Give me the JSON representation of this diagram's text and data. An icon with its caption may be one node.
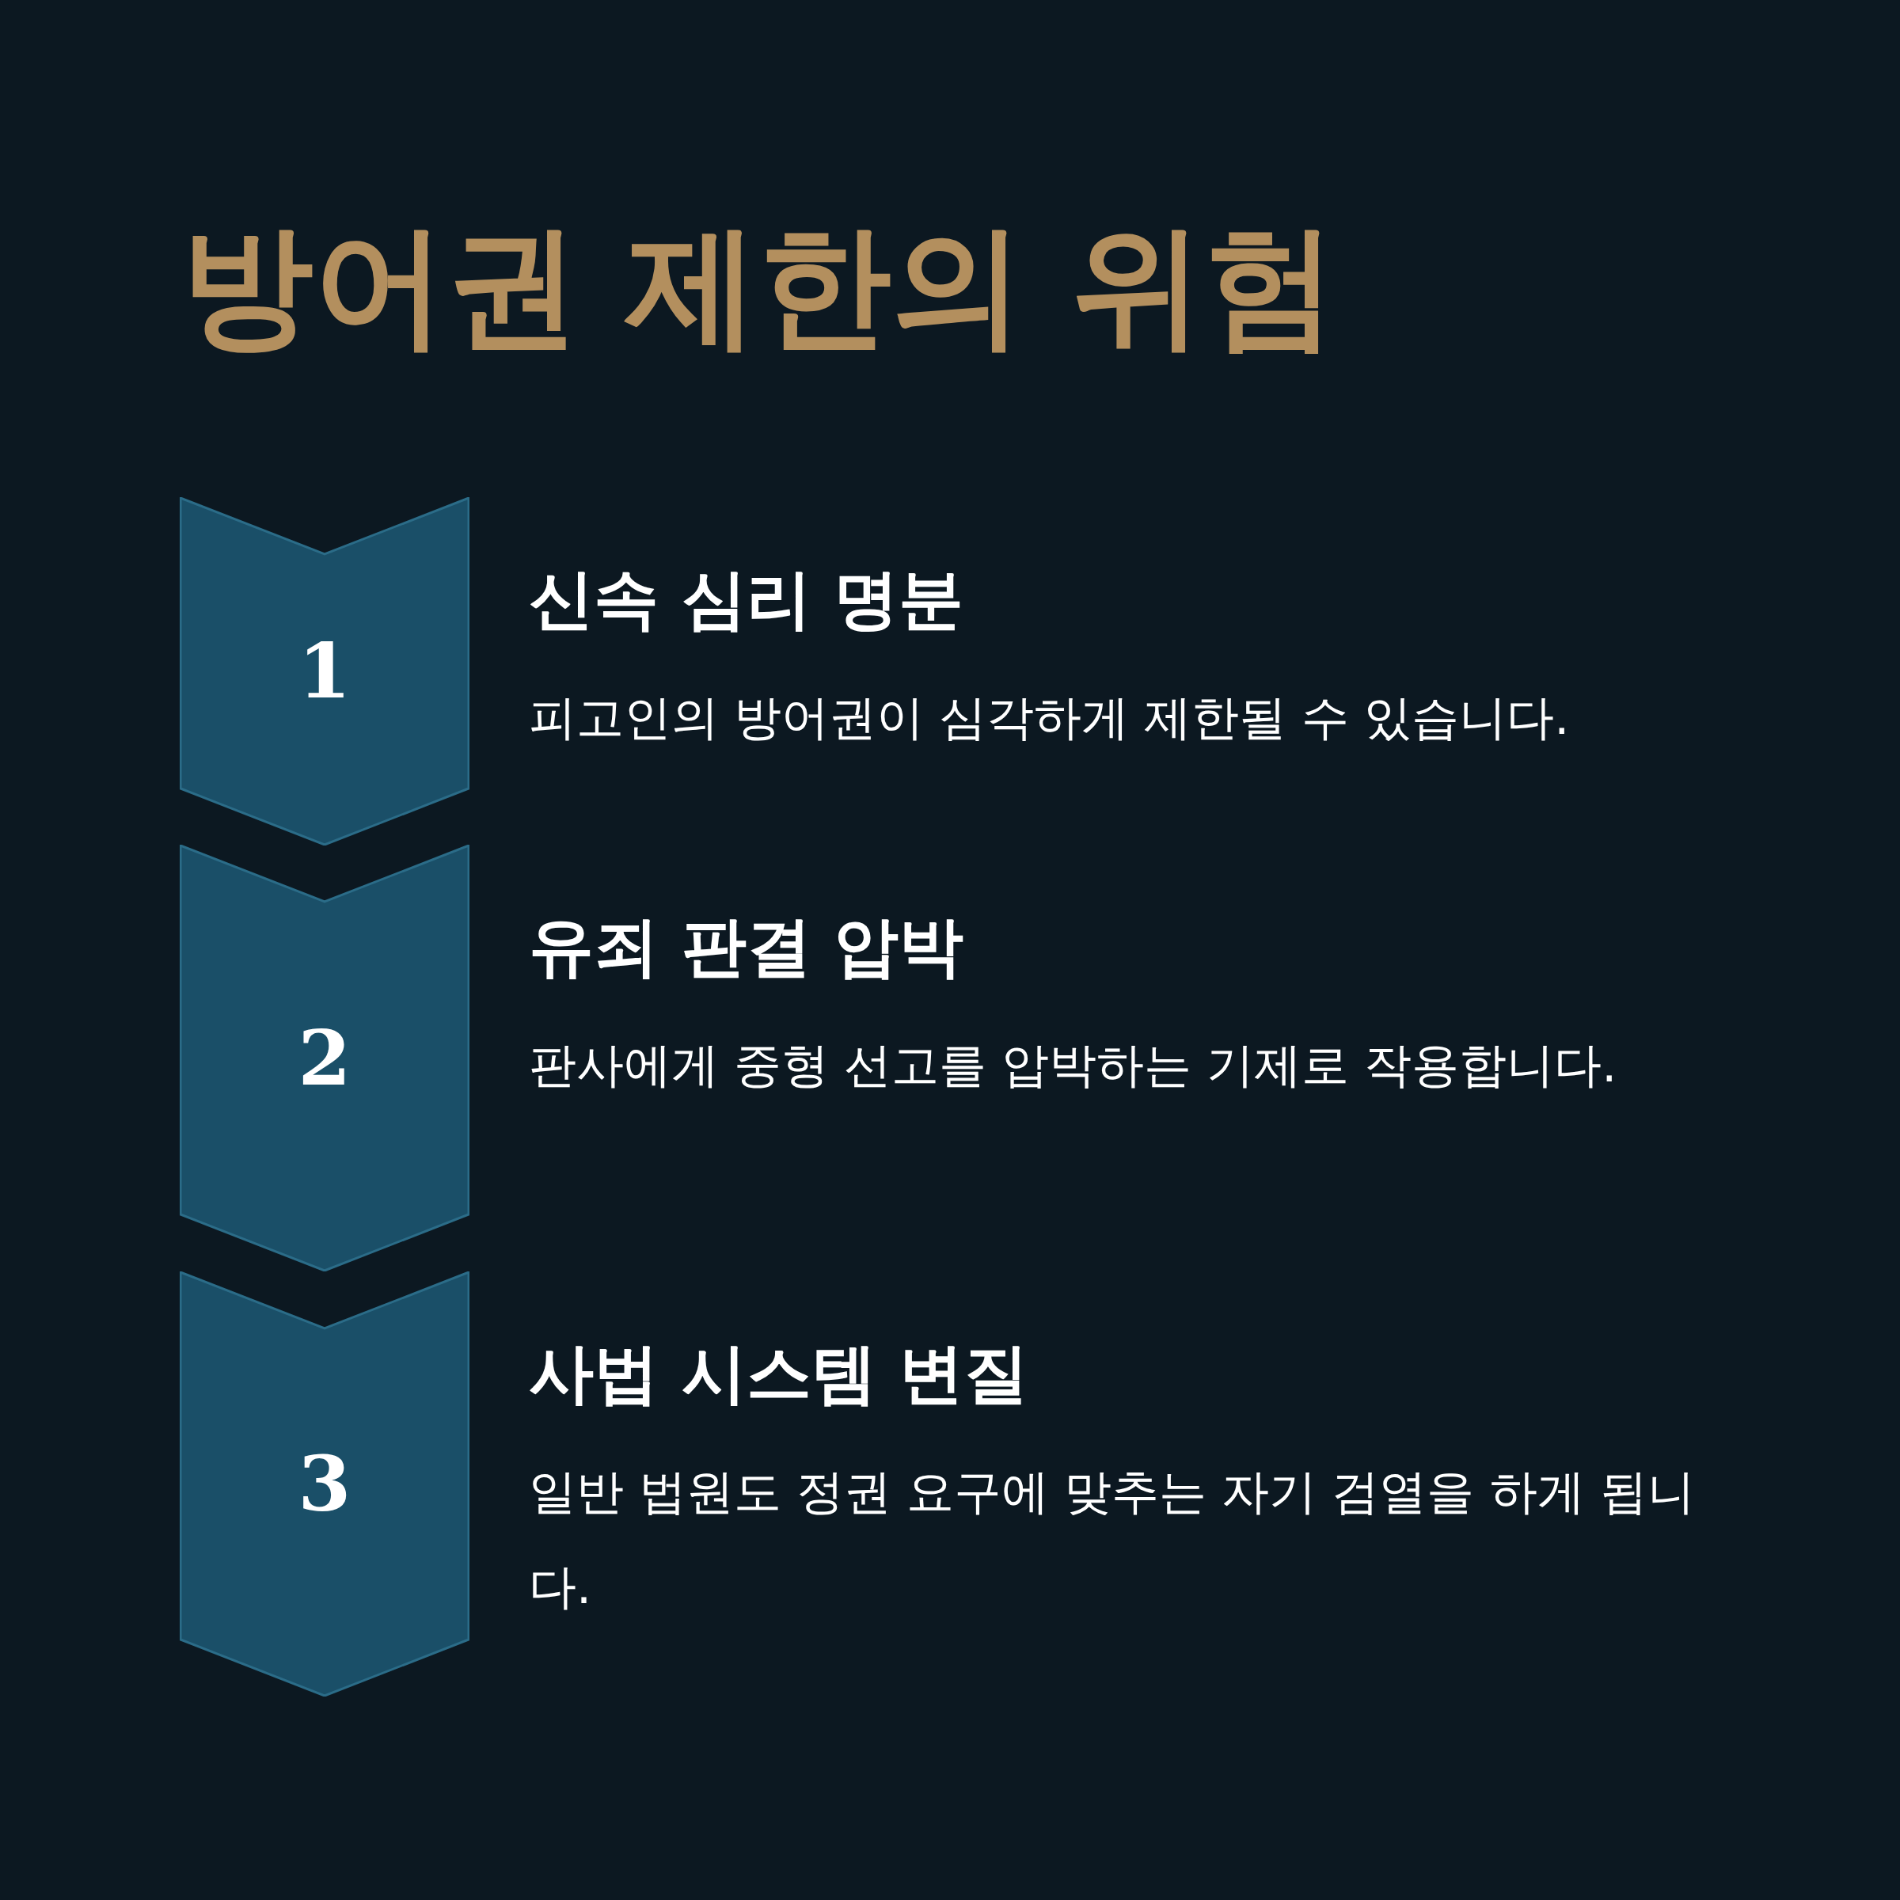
{
  "diagram": {
    "title": "방어권 제한의 위험",
    "nodes": [
      {
        "text": [
          "1"
        ],
        "beside": [
          "신속 심리 명분",
          "피고인의 방어권이 심각하게 제한될 수 있습니다."
        ]
      },
      {
        "text": [
          "2"
        ],
        "beside": [
          "유죄 판결 압박",
          "판사에게 중형 선고를 압박하는 기제로 작용합니다."
        ]
      },
      {
        "text": [
          "3"
        ],
        "beside": [
          "사법 시스템 변질",
          "일반 법원도 정권 요구에 맞추는 자기 검열을 하게 됩니다."
        ]
      }
    ],
    "edges": []
  }
}
